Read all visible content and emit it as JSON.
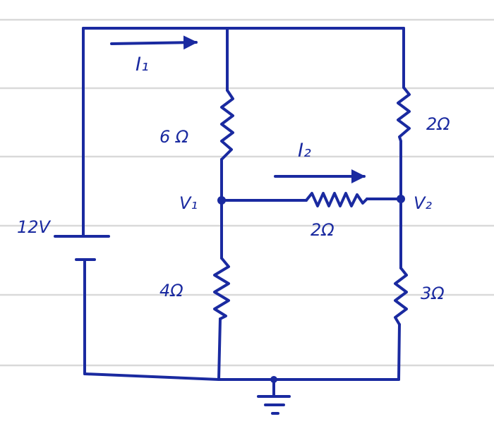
{
  "colors": {
    "ink": "#1a2aa0",
    "paper": "#ffffff",
    "rule_lines": "#d9d9d9"
  },
  "labels": {
    "battery": "12V",
    "r_top_left": "6 Ω",
    "r_bottom_left": "4Ω",
    "r_top_right": "2Ω",
    "r_bottom_right": "3Ω",
    "r_middle": "2Ω",
    "node_left": "V₁",
    "node_right": "V₂",
    "current_1": "I₁",
    "current_2": "I₂"
  }
}
